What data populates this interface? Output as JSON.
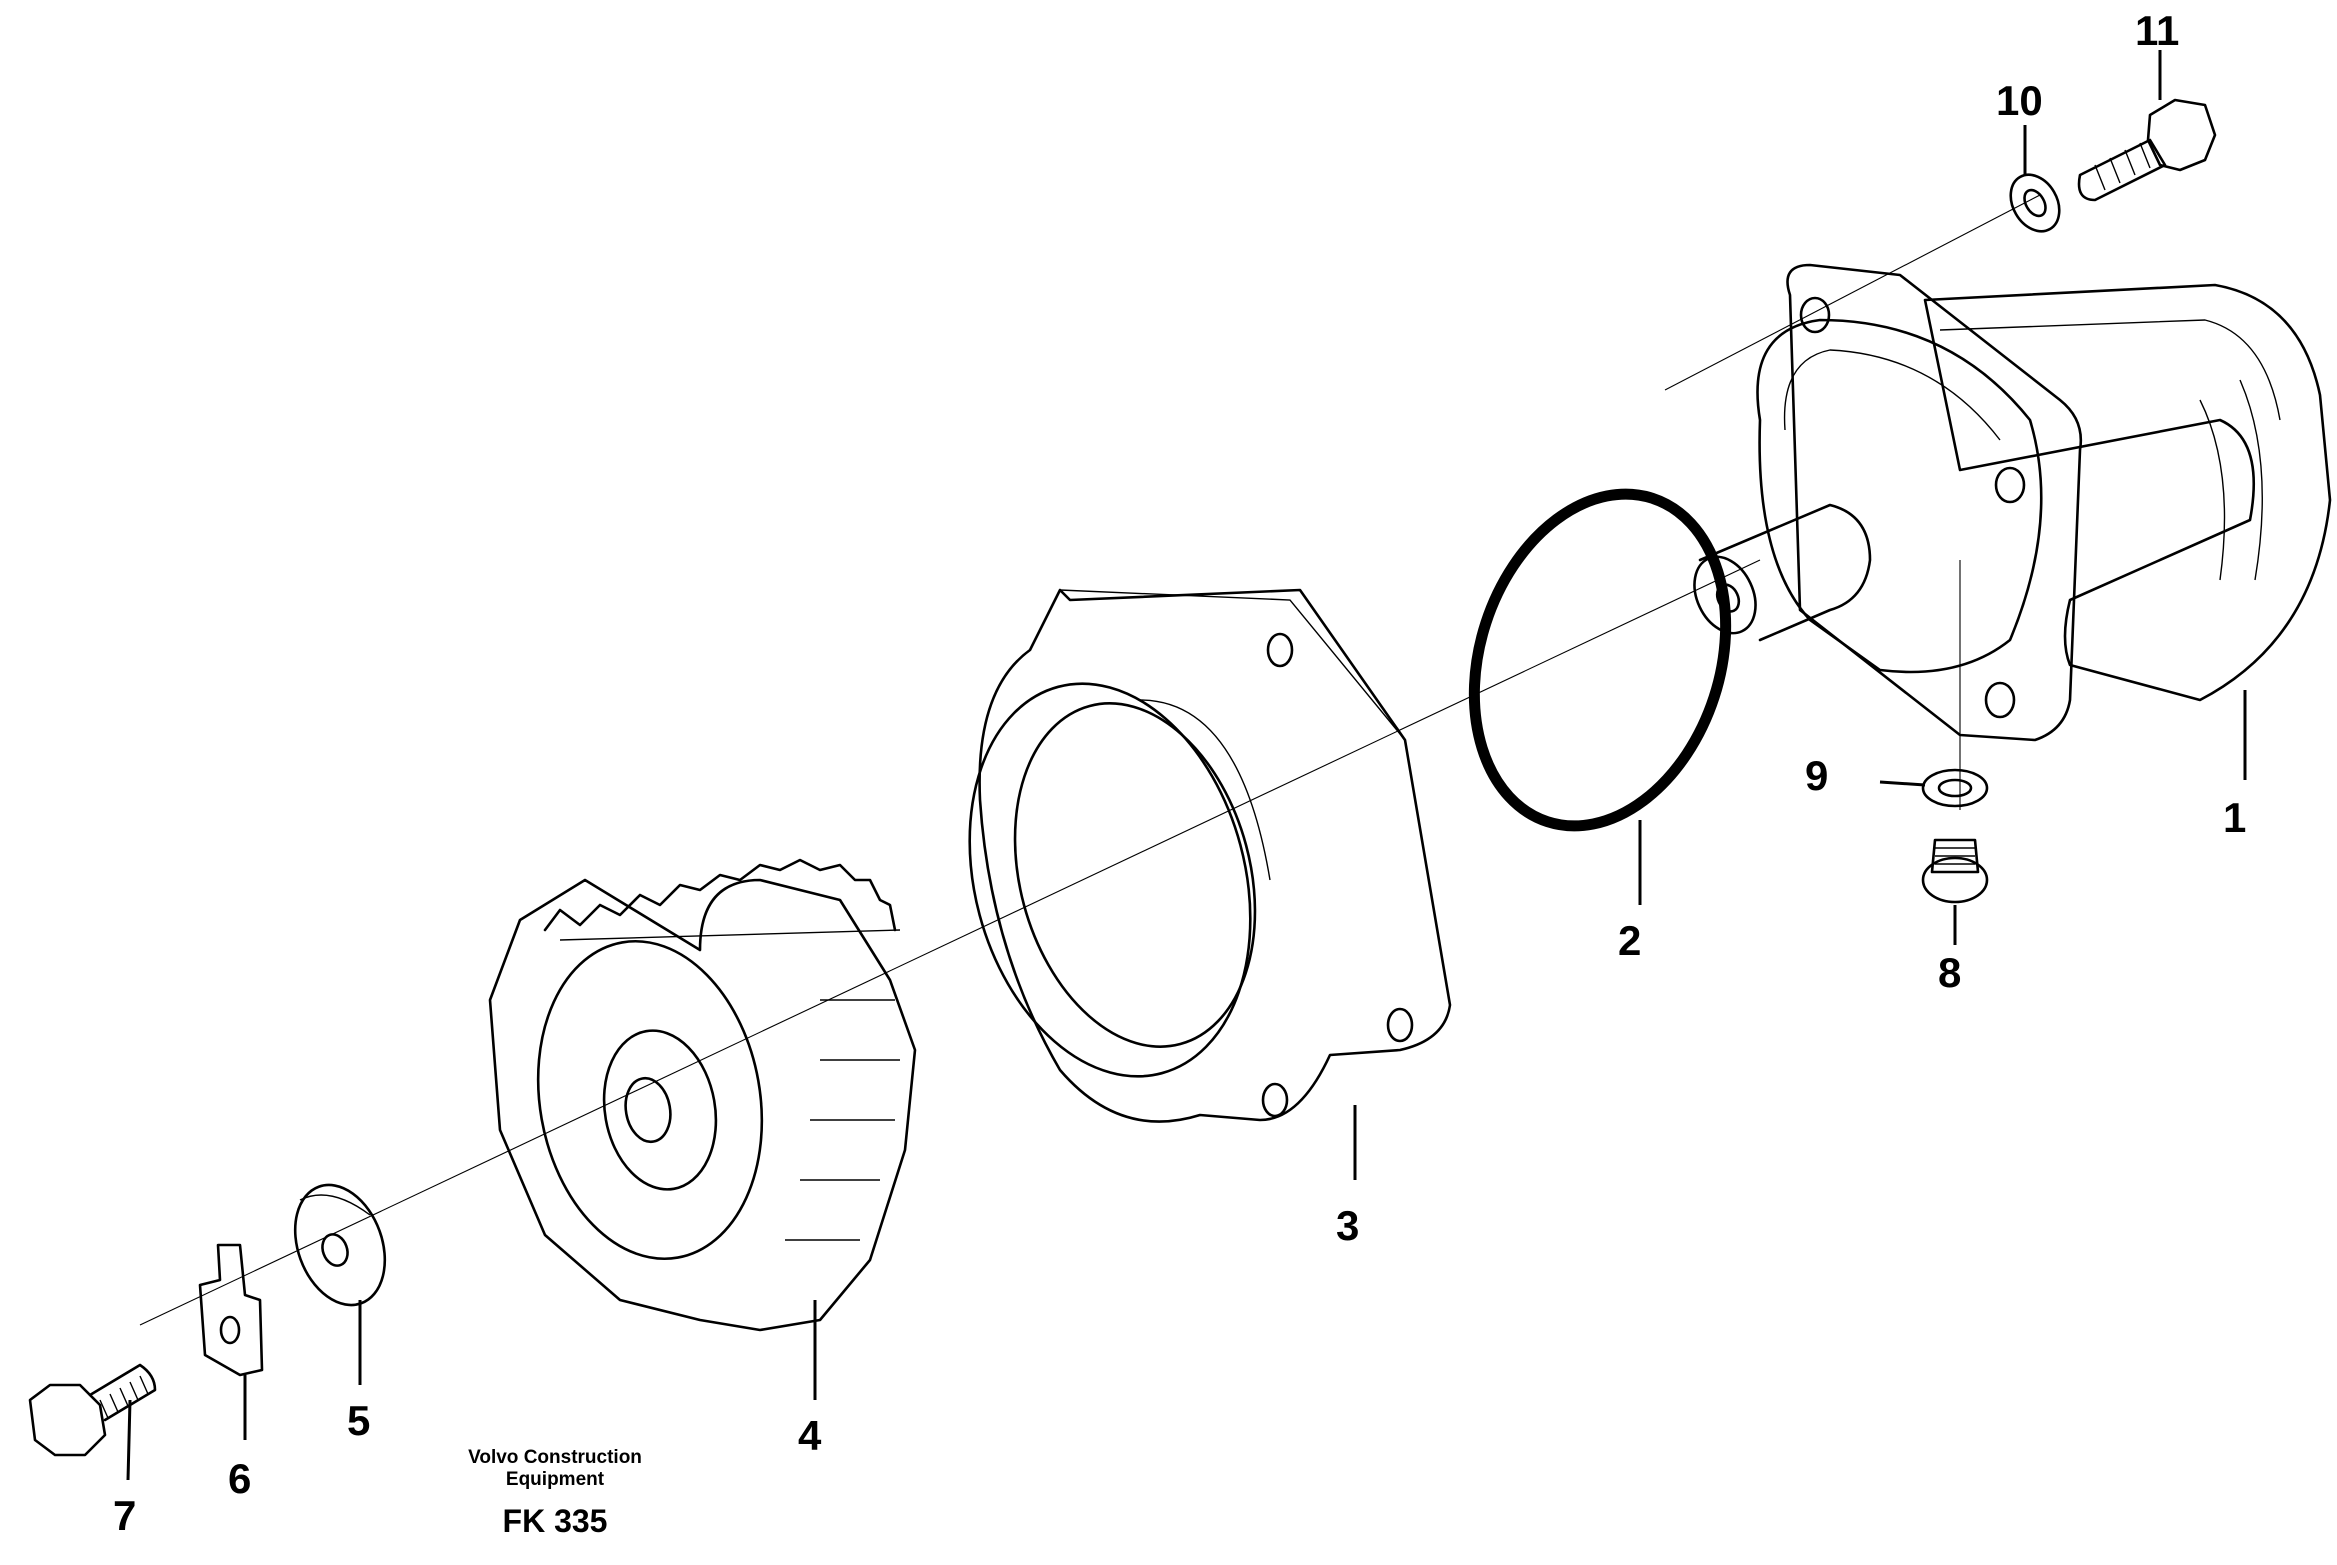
{
  "callouts": {
    "c1": "1",
    "c2": "2",
    "c3": "3",
    "c4": "4",
    "c5": "5",
    "c6": "6",
    "c7": "7",
    "c8": "8",
    "c9": "9",
    "c10": "10",
    "c11": "11"
  },
  "caption": {
    "line1": "Volvo Construction",
    "line2": "Equipment",
    "drawing_number": "FK 335"
  }
}
